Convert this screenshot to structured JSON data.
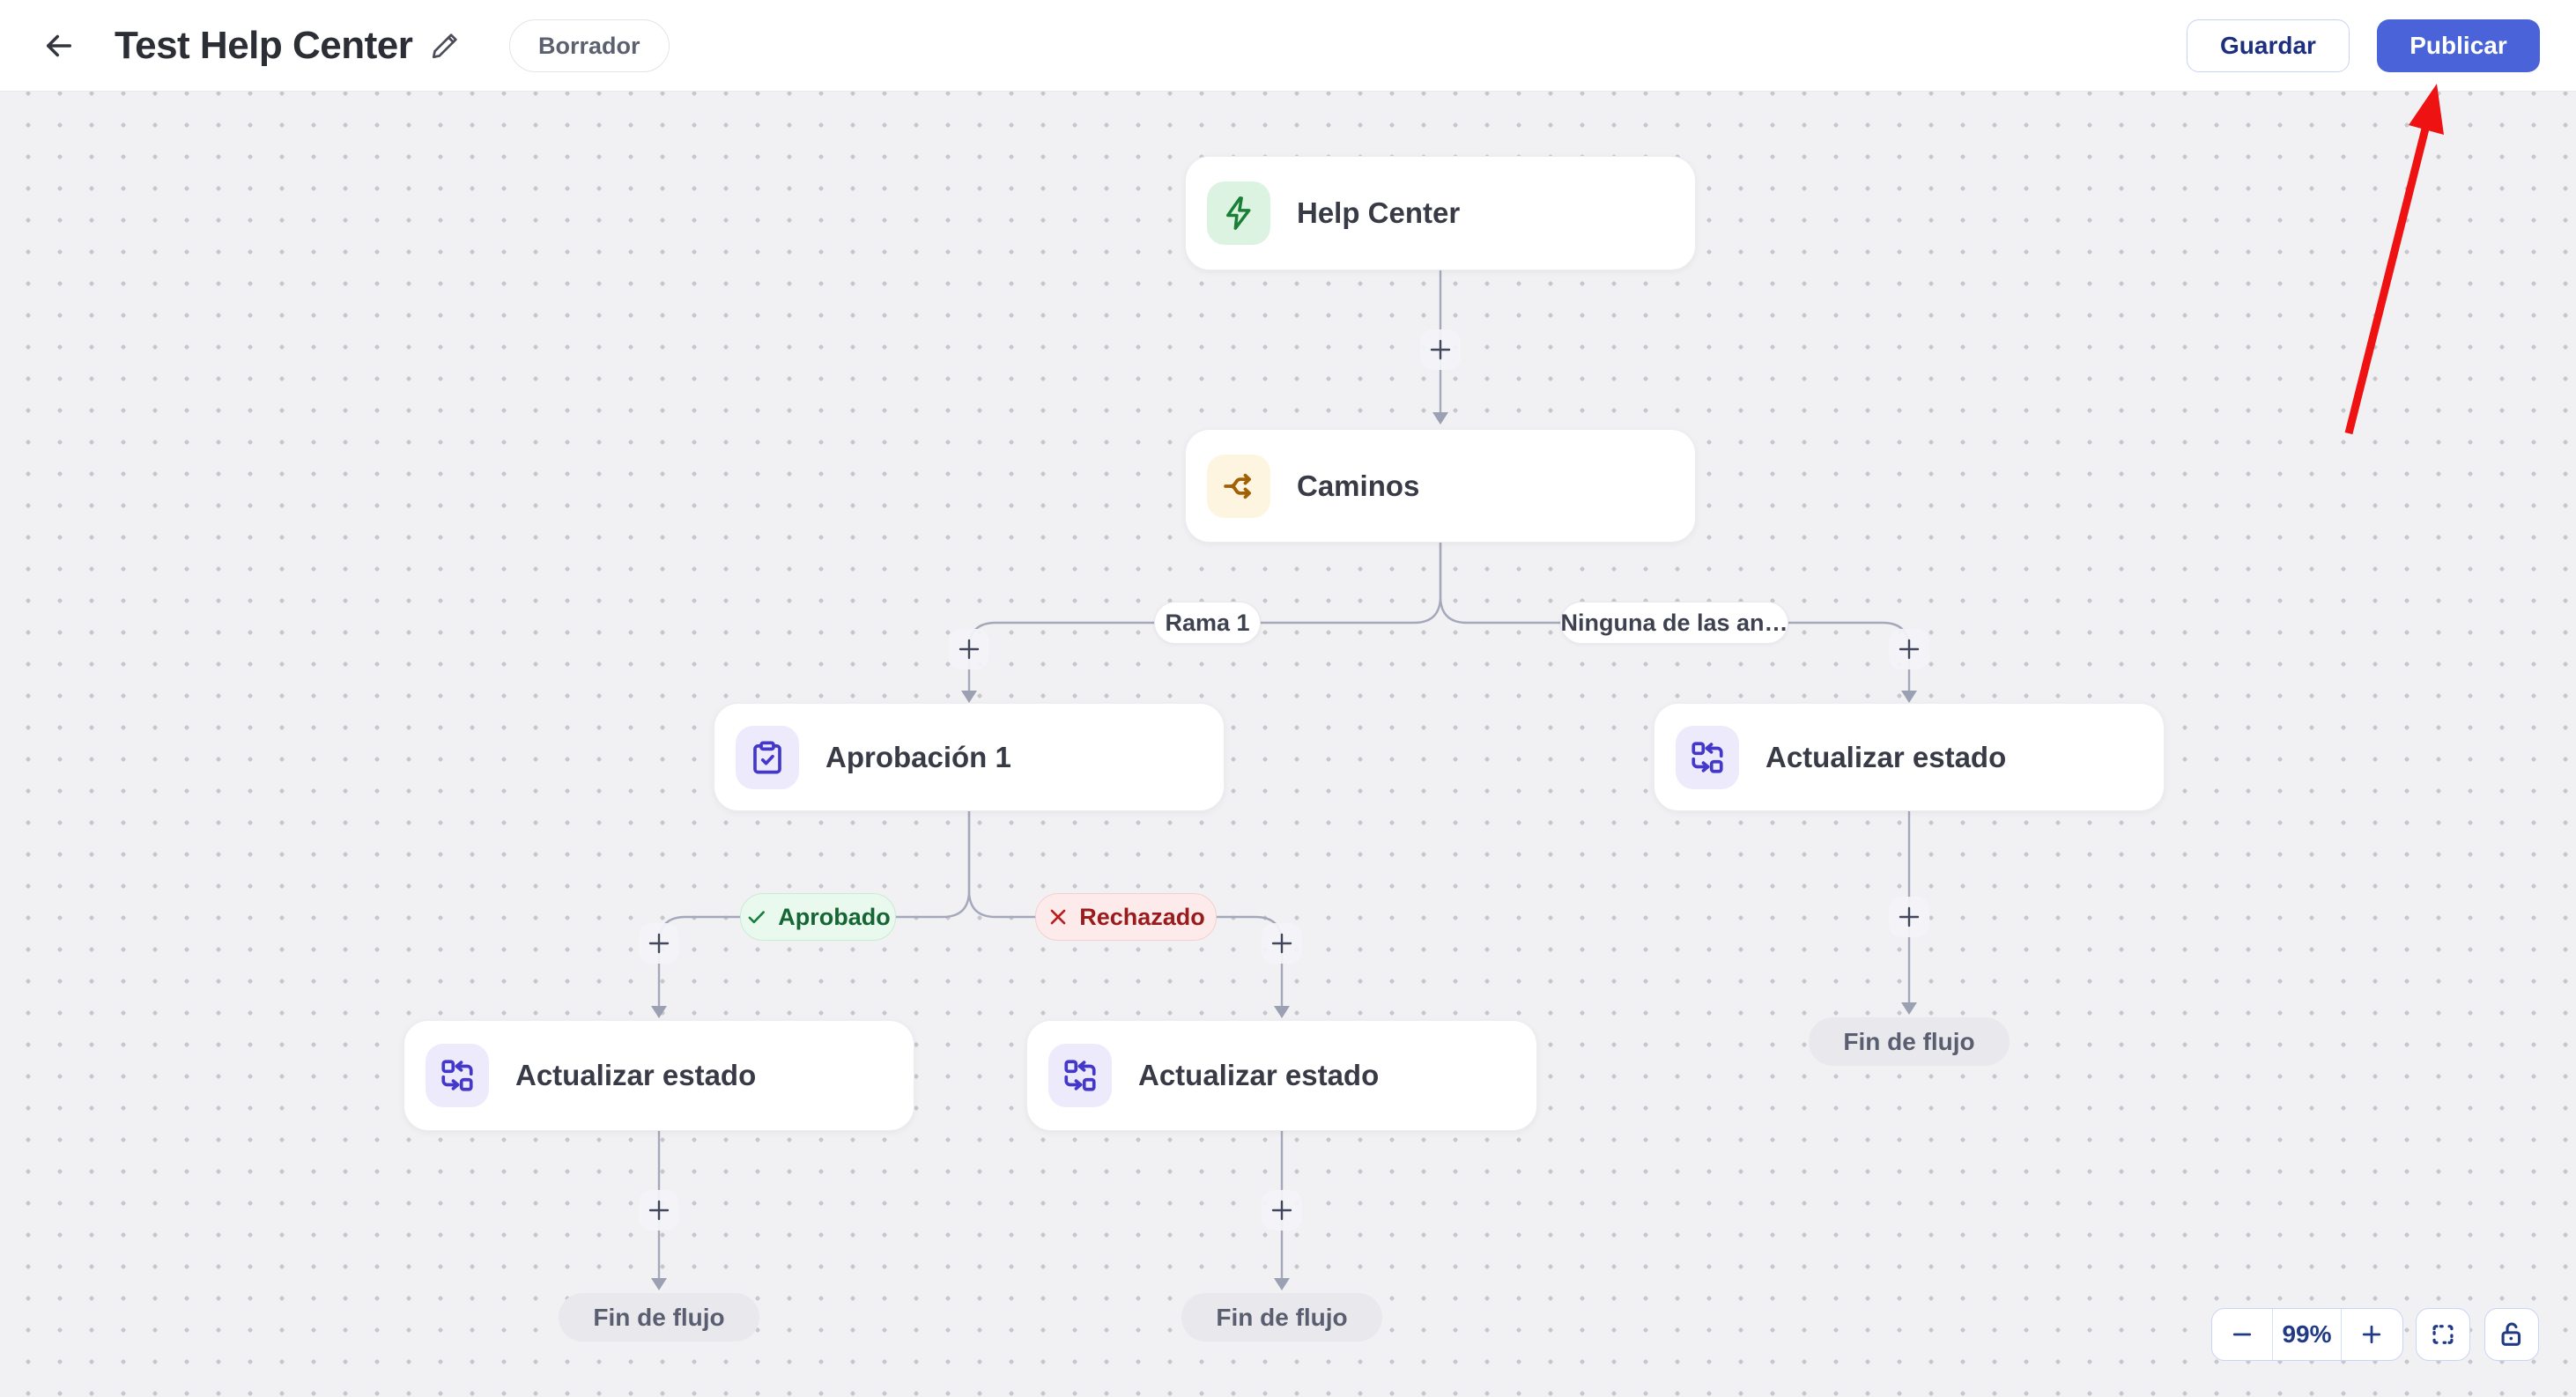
{
  "header": {
    "title": "Test Help Center",
    "status_badge": "Borrador",
    "save_label": "Guardar",
    "publish_label": "Publicar"
  },
  "canvas": {
    "nodes": {
      "help_center": {
        "label": "Help Center",
        "icon": "lightning-icon"
      },
      "caminos": {
        "label": "Caminos",
        "icon": "split-branch-icon"
      },
      "aprobacion": {
        "label": "Aprobación 1",
        "icon": "clipboard-check-icon"
      },
      "actualizar_left": {
        "label": "Actualizar estado",
        "icon": "status-change-icon"
      },
      "actualizar_mid": {
        "label": "Actualizar estado",
        "icon": "status-change-icon"
      },
      "actualizar_right": {
        "label": "Actualizar estado",
        "icon": "status-change-icon"
      }
    },
    "edge_labels": {
      "rama_1": "Rama 1",
      "ninguna": "Ninguna de las an…",
      "aprobado": "Aprobado",
      "rechazado": "Rechazado"
    },
    "terminals": {
      "left": "Fin de flujo",
      "mid": "Fin de flujo",
      "right": "Fin de flujo"
    },
    "zoom": {
      "level": "99%"
    }
  },
  "icons": {
    "back": "arrow-left-icon",
    "edit": "pencil-icon",
    "trigger": "lightning-icon",
    "branch": "split-branch-icon",
    "approval": "clipboard-check-icon",
    "update_status": "status-change-icon",
    "approved": "check-icon",
    "rejected": "x-icon",
    "zoom_out": "minus-icon",
    "zoom_in": "plus-icon",
    "fit_view": "fullscreen-icon",
    "lock": "unlock-icon",
    "add_step": "plus-icon",
    "annotation": "red-arrow-annotation"
  },
  "colors": {
    "publish_button": "#4a63d8",
    "save_button_text": "#1d2f7e",
    "canvas_bg": "#f1f1f3",
    "edge_line": "#a4a8ba",
    "trigger_green": "#1a7f37",
    "trigger_bg": "#ddf3e2",
    "branch_amber": "#a16207",
    "branch_bg": "#fdf5e0",
    "action_indigo": "#4338ca",
    "action_bg": "#edebfb",
    "approved_text": "#166534",
    "approved_bg": "#e9f9ee",
    "rejected_text": "#991b1b",
    "rejected_bg": "#fdeaea",
    "annotation_red": "#ee1212"
  }
}
